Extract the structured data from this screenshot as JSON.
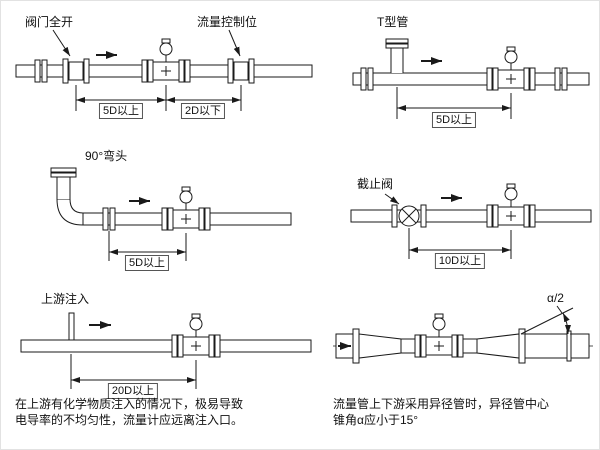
{
  "panels": {
    "valve_open": {
      "label": "阀门全开",
      "label2": "流量控制位",
      "dim_upstream": "5D以上",
      "dim_downstream": "2D以下"
    },
    "t_pipe": {
      "label": "T型管",
      "dim": "5D以上"
    },
    "elbow": {
      "label": "90°弯头",
      "dim": "5D以上"
    },
    "stop_valve": {
      "label": "截止阀",
      "dim": "10D以上"
    },
    "injection": {
      "label": "上游注入",
      "dim": "20D以上",
      "caption_line1": "在上游有化学物质注入的情况下，极易导致",
      "caption_line2": "电导率的不均匀性，流量计应远离注入口。"
    },
    "reducer": {
      "angle_label": "α/2",
      "caption_line1": "流量管上下游采用异径管时，异径管中心",
      "caption_line2": "锥角α应小于15°"
    }
  },
  "colors": {
    "line": "#1a1a1a",
    "background": "#ffffff"
  }
}
